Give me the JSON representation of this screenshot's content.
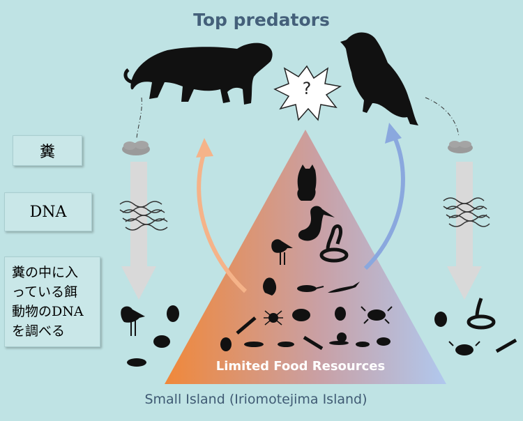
{
  "top_title": "Top predators",
  "bottom_title": "Small Island (Iriomotejima Island)",
  "pyramid_label": "Limited Food Resources",
  "question_mark": "?",
  "left_boxes": {
    "feces": "糞",
    "dna": "DNA",
    "method_lines": [
      "糞の中に入",
      "っている餌",
      "動物のDNA",
      "を調べる"
    ]
  },
  "colors": {
    "background": "#bfe3e4",
    "pyramid_left": "#f0883a",
    "pyramid_right": "#b0c8ee",
    "arrow_left": "#f5b389",
    "arrow_right": "#8aa8de",
    "flow_arrow": "#d9d9d9",
    "silhouette": "#111111"
  },
  "icons": {
    "predator_left": "cat-silhouette",
    "predator_right": "eagle-silhouette",
    "dna": "dna-helix-icon",
    "feces": "feces-icon"
  }
}
